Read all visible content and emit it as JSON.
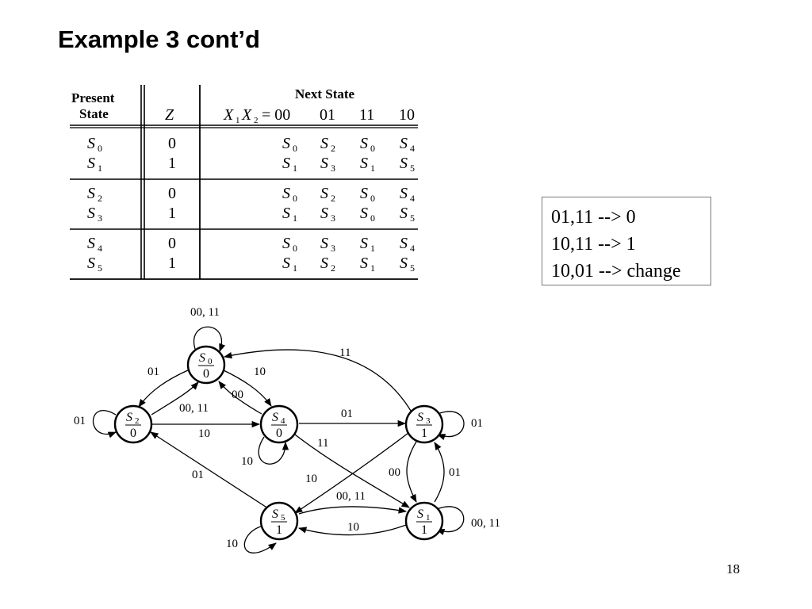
{
  "title": "Example 3 cont’d",
  "page_number": "18",
  "table": {
    "present_header_1": "Present",
    "present_header_2": "State",
    "z_header": "Z",
    "next_header": "Next State",
    "x_label": "X",
    "x1_sub": "1",
    "x2_sub": "2",
    "x_eq": "= 00",
    "inputs": [
      "01",
      "11",
      "10"
    ],
    "rows": [
      {
        "state": "0",
        "z": "0",
        "next": [
          "0",
          "2",
          "0",
          "4"
        ]
      },
      {
        "state": "1",
        "z": "1",
        "next": [
          "1",
          "3",
          "1",
          "5"
        ]
      },
      {
        "state": "2",
        "z": "0",
        "next": [
          "0",
          "2",
          "0",
          "4"
        ]
      },
      {
        "state": "3",
        "z": "1",
        "next": [
          "1",
          "3",
          "0",
          "5"
        ]
      },
      {
        "state": "4",
        "z": "0",
        "next": [
          "0",
          "3",
          "1",
          "4"
        ]
      },
      {
        "state": "5",
        "z": "1",
        "next": [
          "1",
          "2",
          "1",
          "5"
        ]
      }
    ]
  },
  "legend": [
    "01,11 --> 0",
    "10,11 --> 1",
    "10,01 --> change"
  ],
  "diagram": {
    "state_letter": "S",
    "states": [
      {
        "id": "S0",
        "sub": "0",
        "output": "0"
      },
      {
        "id": "S2",
        "sub": "2",
        "output": "0"
      },
      {
        "id": "S4",
        "sub": "4",
        "output": "0"
      },
      {
        "id": "S3",
        "sub": "3",
        "output": "1"
      },
      {
        "id": "S5",
        "sub": "5",
        "output": "1"
      },
      {
        "id": "S1",
        "sub": "1",
        "output": "1"
      }
    ],
    "edge_labels": {
      "s0_self": "00, 11",
      "s0_s3": "11",
      "s2_s0": "01",
      "s0_s4": "10",
      "s4_s0": "00",
      "s2_self": "01",
      "s2_s0_b": "00, 11",
      "s2_s4": "10",
      "s4_s3": "01",
      "s3_self": "01",
      "s4_s1": "11",
      "s4_self": "10",
      "s5_s2": "01",
      "s3_s5": "10",
      "s3_s1": "00",
      "s1_s3": "01",
      "s5_s1": "00, 11",
      "s1_s5": "10",
      "s1_self": "00, 11",
      "s5_self": "10"
    }
  }
}
